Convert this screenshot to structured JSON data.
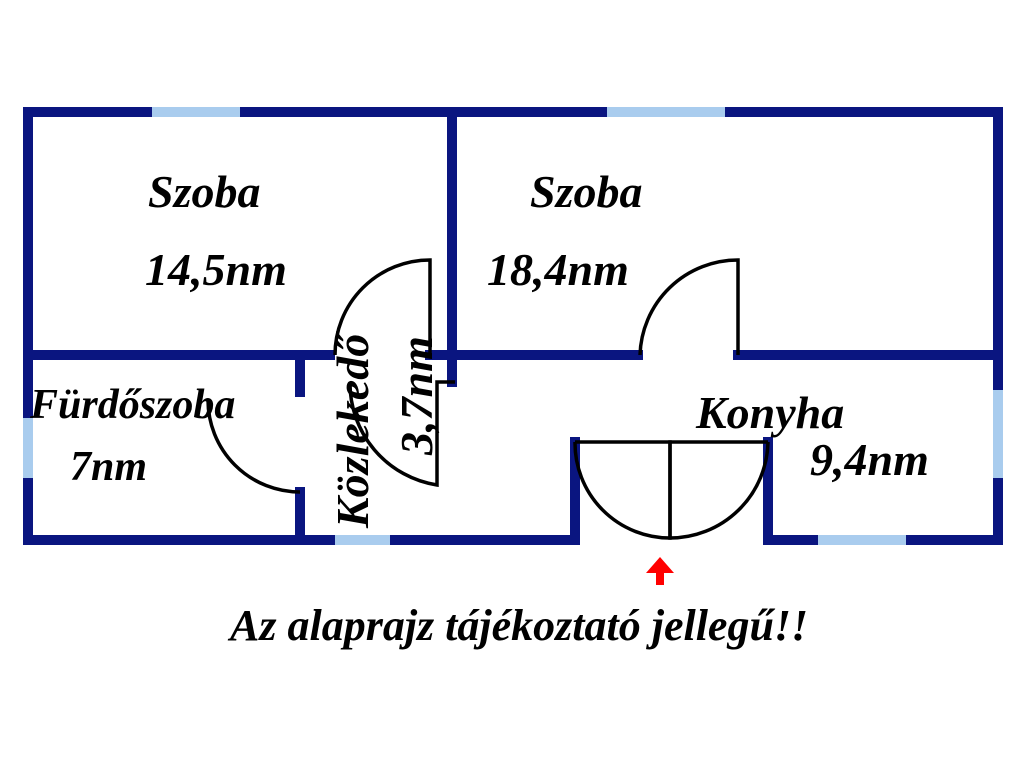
{
  "rooms": {
    "room1": {
      "name": "Szoba",
      "area": "14,5nm"
    },
    "room2": {
      "name": "Szoba",
      "area": "18,4nm"
    },
    "bathroom": {
      "name": "Fürdőszoba",
      "area": "7nm"
    },
    "hallway": {
      "name": "Közlekedő",
      "area": "3,7nm"
    },
    "kitchen": {
      "name": "Konyha",
      "area": "9,4nm"
    }
  },
  "note": "Az alaprajz tájékoztató jellegű!!",
  "colors": {
    "wall": "#0a1580",
    "window": "#a9ccee",
    "door": "#000000",
    "entrance_arrow": "#ff0000"
  },
  "icons": {
    "entrance": "arrow-up-icon"
  }
}
